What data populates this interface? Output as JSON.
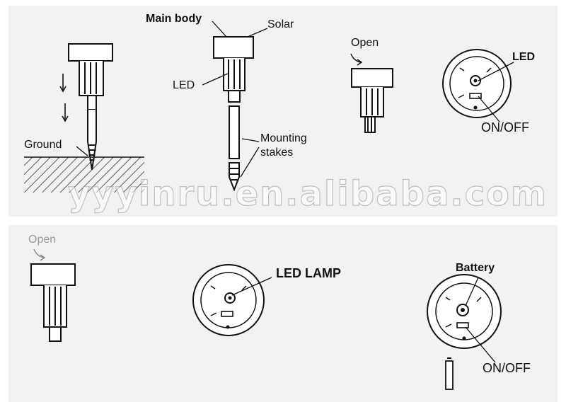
{
  "top_panel": {
    "install": {
      "ground_label": "Ground"
    },
    "assembly": {
      "main_body_label": "Main body",
      "solar_label": "Solar",
      "led_label": "LED",
      "mounting_stakes_label": "Mounting\nstakes"
    },
    "open_step": {
      "open_label": "Open"
    },
    "circuit_board": {
      "led_label": "LED",
      "switch_label": "ON/OFF"
    },
    "watermark": "yyyinru.en.alibaba.com"
  },
  "bottom_panel": {
    "open_step": {
      "open_label": "Open"
    },
    "led_board": {
      "led_lamp_label": "LED LAMP"
    },
    "battery_board": {
      "battery_label": "Battery",
      "switch_label": "ON/OFF"
    }
  }
}
